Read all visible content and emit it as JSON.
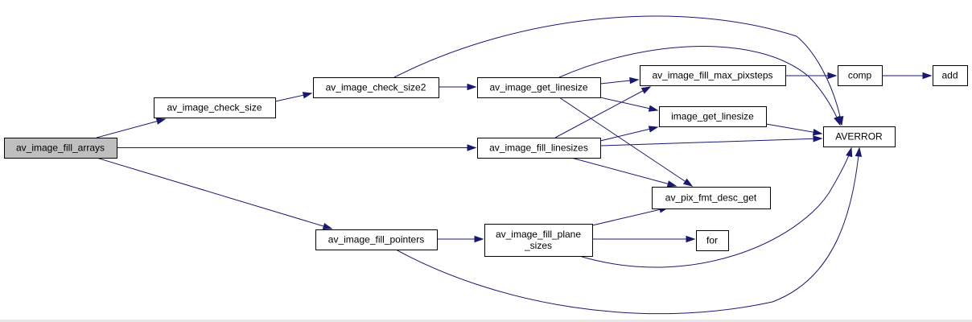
{
  "diagram": {
    "nodes": [
      {
        "id": "av_image_fill_arrays",
        "lines": [
          "av_image_fill_arrays"
        ],
        "root": true
      },
      {
        "id": "av_image_check_size",
        "lines": [
          "av_image_check_size"
        ]
      },
      {
        "id": "av_image_check_size2",
        "lines": [
          "av_image_check_size2"
        ]
      },
      {
        "id": "av_image_get_linesize",
        "lines": [
          "av_image_get_linesize"
        ]
      },
      {
        "id": "av_image_fill_max_pixsteps",
        "lines": [
          "av_image_fill_max_pixsteps"
        ]
      },
      {
        "id": "comp",
        "lines": [
          "comp"
        ]
      },
      {
        "id": "add",
        "lines": [
          "add"
        ]
      },
      {
        "id": "image_get_linesize",
        "lines": [
          "image_get_linesize"
        ]
      },
      {
        "id": "AVERROR",
        "lines": [
          "AVERROR"
        ]
      },
      {
        "id": "av_image_fill_linesizes",
        "lines": [
          "av_image_fill_linesizes"
        ]
      },
      {
        "id": "av_pix_fmt_desc_get",
        "lines": [
          "av_pix_fmt_desc_get"
        ]
      },
      {
        "id": "av_image_fill_pointers",
        "lines": [
          "av_image_fill_pointers"
        ]
      },
      {
        "id": "av_image_fill_plane_sizes",
        "lines": [
          "av_image_fill_plane",
          "_sizes"
        ]
      },
      {
        "id": "for",
        "lines": [
          "for"
        ]
      }
    ],
    "edges": [
      {
        "from": "av_image_fill_arrays",
        "to": "av_image_check_size"
      },
      {
        "from": "av_image_fill_arrays",
        "to": "av_image_fill_linesizes"
      },
      {
        "from": "av_image_fill_arrays",
        "to": "av_image_fill_pointers"
      },
      {
        "from": "av_image_check_size",
        "to": "av_image_check_size2"
      },
      {
        "from": "av_image_check_size2",
        "to": "av_image_get_linesize"
      },
      {
        "from": "av_image_check_size2",
        "to": "AVERROR"
      },
      {
        "from": "av_image_get_linesize",
        "to": "av_image_fill_max_pixsteps"
      },
      {
        "from": "av_image_get_linesize",
        "to": "image_get_linesize"
      },
      {
        "from": "av_image_get_linesize",
        "to": "av_pix_fmt_desc_get"
      },
      {
        "from": "av_image_get_linesize",
        "to": "AVERROR"
      },
      {
        "from": "av_image_fill_max_pixsteps",
        "to": "comp"
      },
      {
        "from": "comp",
        "to": "add"
      },
      {
        "from": "image_get_linesize",
        "to": "AVERROR"
      },
      {
        "from": "av_image_fill_linesizes",
        "to": "av_image_fill_max_pixsteps"
      },
      {
        "from": "av_image_fill_linesizes",
        "to": "image_get_linesize"
      },
      {
        "from": "av_image_fill_linesizes",
        "to": "AVERROR"
      },
      {
        "from": "av_image_fill_linesizes",
        "to": "av_pix_fmt_desc_get"
      },
      {
        "from": "av_image_fill_pointers",
        "to": "av_image_fill_plane_sizes"
      },
      {
        "from": "av_image_fill_pointers",
        "to": "AVERROR"
      },
      {
        "from": "av_image_fill_plane_sizes",
        "to": "av_pix_fmt_desc_get"
      },
      {
        "from": "av_image_fill_plane_sizes",
        "to": "for"
      },
      {
        "from": "av_image_fill_plane_sizes",
        "to": "AVERROR"
      }
    ],
    "colors": {
      "edge": "#191970",
      "root_fill": "#bfbfbf",
      "node_fill": "#ffffff",
      "node_border": "#000000"
    }
  }
}
